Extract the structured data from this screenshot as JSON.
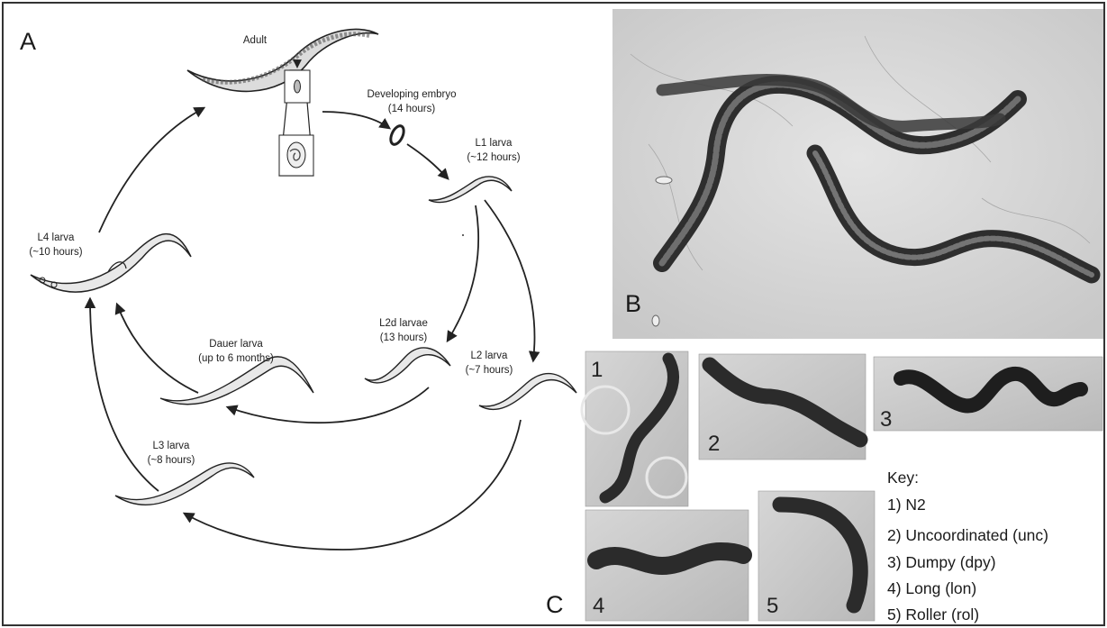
{
  "panel_a": {
    "letter": "A",
    "stages": [
      {
        "id": "adult",
        "name": "Adult",
        "duration": ""
      },
      {
        "id": "embryo",
        "name": "Developing embryo",
        "duration": "(14 hours)"
      },
      {
        "id": "l1",
        "name": "L1 larva",
        "duration": "(~12 hours)"
      },
      {
        "id": "l2d",
        "name": "L2d larvae",
        "duration": "(13 hours)"
      },
      {
        "id": "l2",
        "name": "L2 larva",
        "duration": "(~7 hours)"
      },
      {
        "id": "dauer",
        "name": "Dauer larva",
        "duration": "(up to 6 months)"
      },
      {
        "id": "l3",
        "name": "L3 larva",
        "duration": "(~8 hours)"
      },
      {
        "id": "l4",
        "name": "L4 larva",
        "duration": "(~10 hours)"
      }
    ]
  },
  "panel_b": {
    "letter": "B"
  },
  "panel_c": {
    "letter": "C",
    "thumbnails": [
      "1",
      "2",
      "3",
      "4",
      "5"
    ],
    "key": {
      "title": "Key:",
      "items": [
        "1) N2",
        "2) Uncoordinated (unc)",
        "3) Dumpy (dpy)",
        "4) Long (lon)",
        "5) Roller (rol)"
      ]
    }
  },
  "colors": {
    "ink": "#222222",
    "worm_fill": "#e8e8e8",
    "micrograph_bg": "#dcdcdc"
  }
}
